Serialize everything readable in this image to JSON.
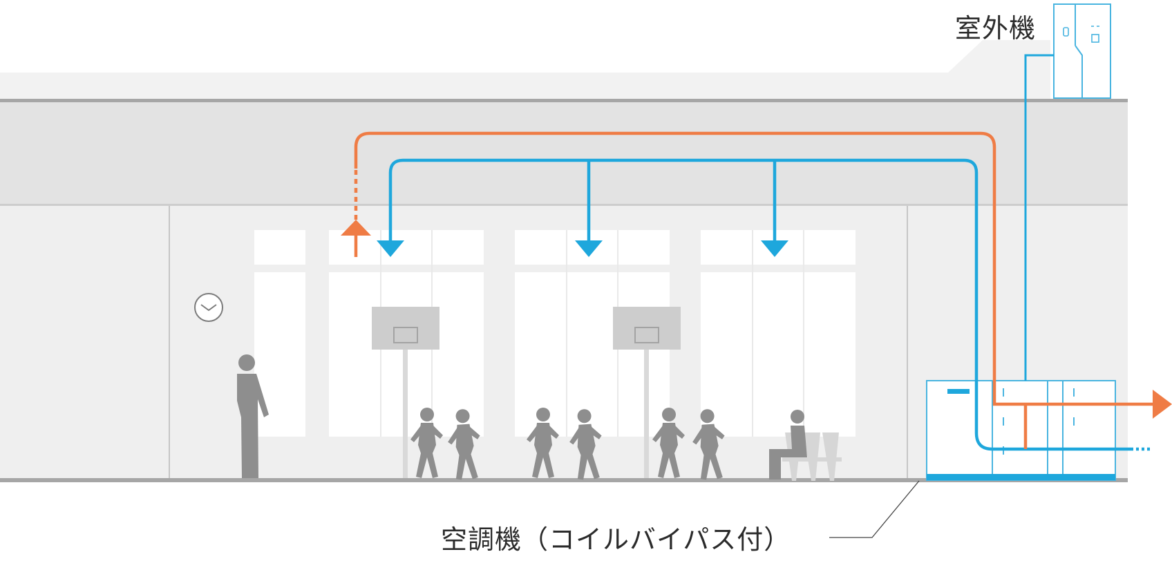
{
  "labels": {
    "outdoor_unit": "室外機",
    "air_handling_unit": "空調機（コイルバイパス付）"
  },
  "colors": {
    "supply_air": "#1ea7dc",
    "return_air": "#ef7c45",
    "equipment_outline": "#48b4e0",
    "building": "#eeeeee",
    "ceiling_plenum": "#e3e3e3",
    "people": "#8e8e8e"
  },
  "icons": {
    "clock": "clock-icon",
    "person": "person-silhouette",
    "child": "running-child-silhouette",
    "seated": "seated-person-silhouette"
  }
}
